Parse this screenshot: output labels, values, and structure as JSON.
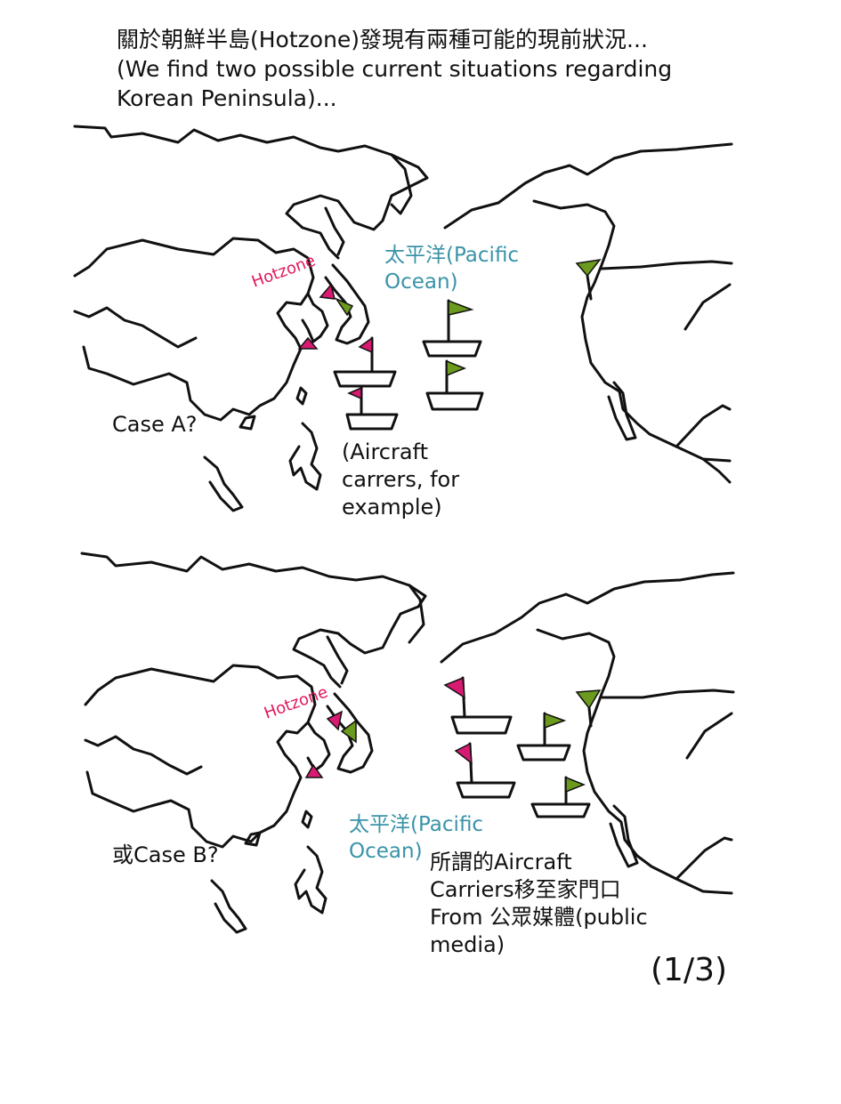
{
  "header": {
    "text": "關於朝鮮半島(Hotzone)發現有兩種可能的現前狀況...\n(We find two possible current situations regarding\nKorean Peninsula)..."
  },
  "case_a": {
    "hotzone": "Hotzone",
    "ocean": "太平洋(Pacific\nOcean)",
    "case_label": "Case A?",
    "note": "(Aircraft\ncarrers, for\nexample)"
  },
  "case_b": {
    "hotzone": "Hotzone",
    "ocean": "太平洋(Pacific\nOcean)",
    "case_label": "或Case B?",
    "note": "所謂的Aircraft\nCarriers移至家門口\nFrom 公眾媒體(public\nmedia)"
  },
  "page_number": "(1/3)",
  "colors": {
    "magenta_flag": "#d81b72",
    "green_flag": "#6b9a1e",
    "hotzone_text": "#e0185a",
    "ocean_text": "#3a93a8",
    "ink": "#111111"
  }
}
